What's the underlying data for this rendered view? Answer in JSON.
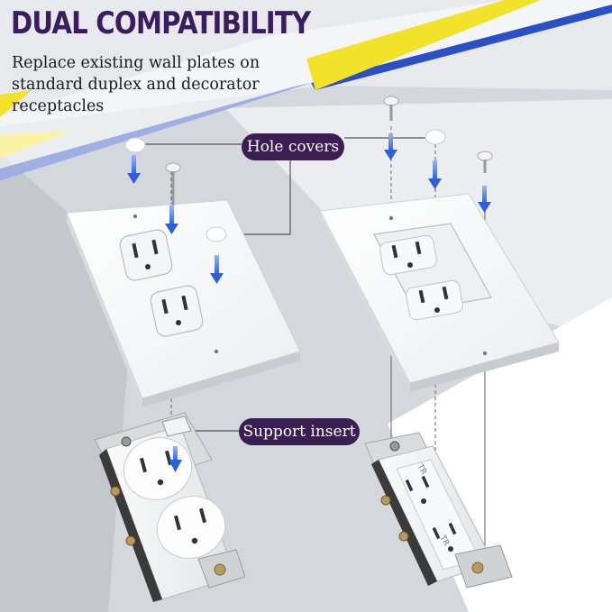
{
  "header": {
    "title": "DUAL COMPATIBILITY",
    "subtitle": "Replace existing wall plates on standard duplex and decorator receptacles"
  },
  "callouts": {
    "hole_covers": "Hole covers",
    "support_insert": "Support insert"
  },
  "receptacle_marking": "TR",
  "colors": {
    "title": "#3a1d5c",
    "pill": "#3b1e52",
    "arrow": "#2f5fd6",
    "accent_blue": "#2b4fc4",
    "accent_yellow": "#f3e22a"
  }
}
